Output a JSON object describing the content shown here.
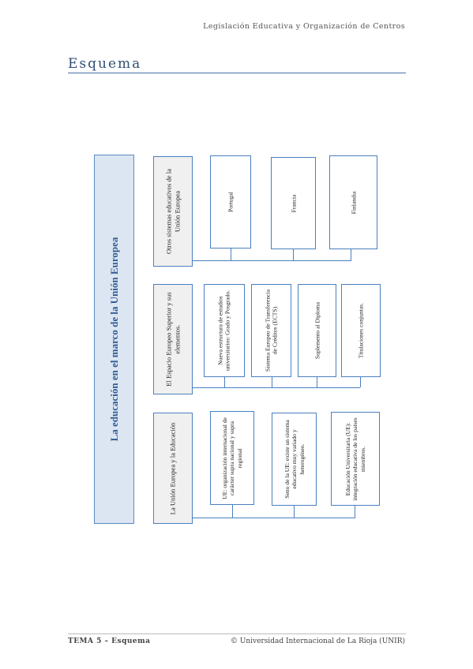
{
  "header": {
    "running_title": "Legislación Educativa y Organización de Centros"
  },
  "page": {
    "title": "Esquema"
  },
  "diagram": {
    "main_title": "La educación en el marco de la Unión Europea",
    "sections": [
      {
        "label": "La Unión Europea y la Educación",
        "items": [
          "UE: organización internacional de carácter supra nacional y supra regional",
          "Seno de la UE: existe un sistema educativo muy variado y heterogéneo.",
          "Educación Universitaria (UE): integración educativa de los países miembros."
        ]
      },
      {
        "label": "El Espacio Europeo Superior y sus elementos.",
        "items": [
          "Nueva estructura de estudios universitarios: Grado y Posgrado.",
          "Sistema Europeo de Transferencia de Créditos (ECTS)",
          "Suplemento al Diploma",
          "Titulaciones conjuntas."
        ]
      },
      {
        "label": "Otros sistemas educativos de la Unión Europea",
        "items": [
          "Portugal",
          "Francia",
          "Finlandia"
        ]
      }
    ]
  },
  "footer": {
    "left": "TEMA 5 – Esquema",
    "right": "© Universidad Internacional de La Rioja (UNIR)"
  }
}
